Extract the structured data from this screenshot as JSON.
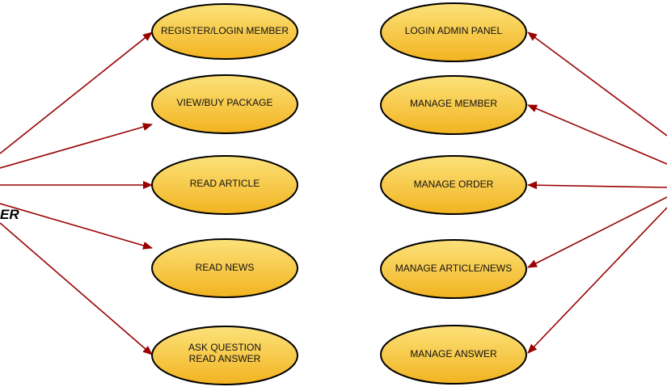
{
  "diagram": {
    "actors": {
      "left": {
        "label": "ER"
      }
    },
    "use_cases": {
      "left": [
        {
          "id": "register-login-member",
          "lines": [
            "REGISTER/LOGIN MEMBER"
          ]
        },
        {
          "id": "view-buy-package",
          "lines": [
            "VIEW/BUY PACKAGE"
          ]
        },
        {
          "id": "read-article",
          "lines": [
            "READ ARTICLE"
          ]
        },
        {
          "id": "read-news",
          "lines": [
            "READ NEWS"
          ]
        },
        {
          "id": "ask-question-read-answer",
          "lines": [
            "ASK QUESTION",
            "READ ANSWER"
          ]
        }
      ],
      "right": [
        {
          "id": "login-admin-panel",
          "lines": [
            "LOGIN ADMIN PANEL"
          ]
        },
        {
          "id": "manage-member",
          "lines": [
            "MANAGE MEMBER"
          ]
        },
        {
          "id": "manage-order",
          "lines": [
            "MANAGE ORDER"
          ]
        },
        {
          "id": "manage-article-news",
          "lines": [
            "MANAGE ARTICLE/NEWS"
          ]
        },
        {
          "id": "manage-answer",
          "lines": [
            "MANAGE ANSWER"
          ]
        }
      ]
    },
    "colors": {
      "ellipse_fill_top": "#FCE27A",
      "ellipse_fill_bottom": "#F2B320",
      "ellipse_stroke": "#000000",
      "connector": "#990000"
    }
  }
}
